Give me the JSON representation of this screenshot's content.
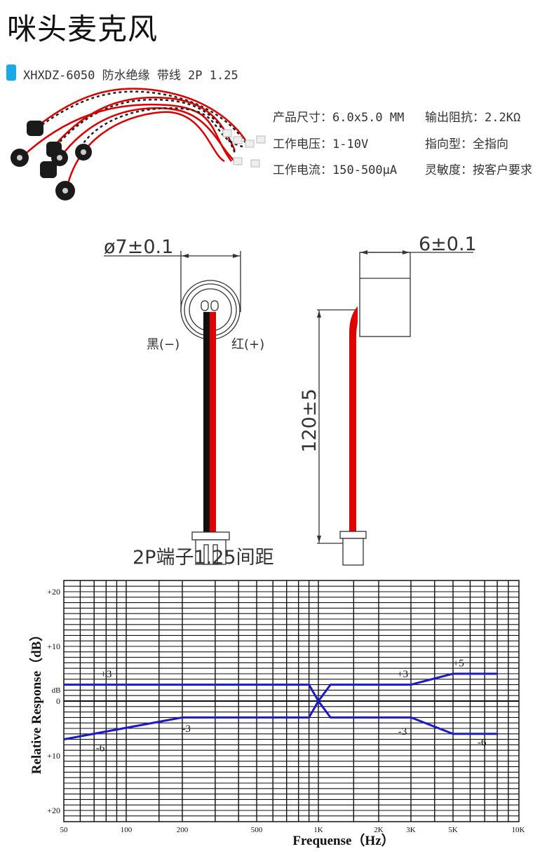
{
  "title": "咪头麦克风",
  "subtitle": "XHXDZ-6050 防水绝缘 带线 2P 1.25",
  "accent_color": "#1aa9e8",
  "specs": [
    {
      "label": "产品尺寸：",
      "value": "6.0x5.0 MM"
    },
    {
      "label": "输出阻抗：",
      "value": "2.2KΩ"
    },
    {
      "label": "工作电压：",
      "value": "1-10V"
    },
    {
      "label": "指向型：",
      "value": "全指向"
    },
    {
      "label": "工作电流：",
      "value": "150-500μA"
    },
    {
      "label": "灵敏度：",
      "value": "按客户要求"
    }
  ],
  "drawing": {
    "diameter": "ø7±0.1",
    "height": "6±0.1",
    "length": "120±5",
    "black_label": "黑(−)",
    "red_label": "红(+)",
    "connector": "2P端子1.25间距"
  },
  "chart_data": {
    "type": "line",
    "xlabel": "Frequense（Hz）",
    "ylabel": "Relative Response（dB）",
    "x_scale": "log",
    "x_ticks": [
      "50",
      "100",
      "200",
      "500",
      "1K",
      "2K",
      "3K",
      "5K",
      "10K"
    ],
    "y_ticks": [
      "+20",
      "+10",
      "0",
      "+10",
      "+20"
    ],
    "y_unit_label": "dB",
    "ylim": [
      -22,
      22
    ],
    "xlim": [
      50,
      10000
    ],
    "grid": true,
    "line_color": "#1a1acc",
    "series": [
      {
        "points": [
          [
            50,
            3
          ],
          [
            900,
            3
          ],
          [
            1000,
            0
          ],
          [
            1150,
            3
          ],
          [
            3000,
            3
          ],
          [
            5000,
            5
          ],
          [
            8000,
            5
          ]
        ]
      },
      {
        "points": [
          [
            50,
            -7
          ],
          [
            200,
            -3
          ],
          [
            900,
            -3
          ],
          [
            1000,
            0
          ],
          [
            1150,
            -3
          ],
          [
            3000,
            -3
          ],
          [
            5000,
            -6
          ],
          [
            8000,
            -6
          ]
        ]
      }
    ],
    "annotations": [
      {
        "text": "+3",
        "x": 80,
        "y": 5
      },
      {
        "text": "-3",
        "x": 210,
        "y": -5
      },
      {
        "text": "-6",
        "x": 75,
        "y": -8.5
      },
      {
        "text": "+3",
        "x": 2700,
        "y": 5
      },
      {
        "text": "-3",
        "x": 2700,
        "y": -5.5
      },
      {
        "text": "+5",
        "x": 5300,
        "y": 7
      },
      {
        "text": "-6",
        "x": 6800,
        "y": -7.5
      }
    ]
  }
}
